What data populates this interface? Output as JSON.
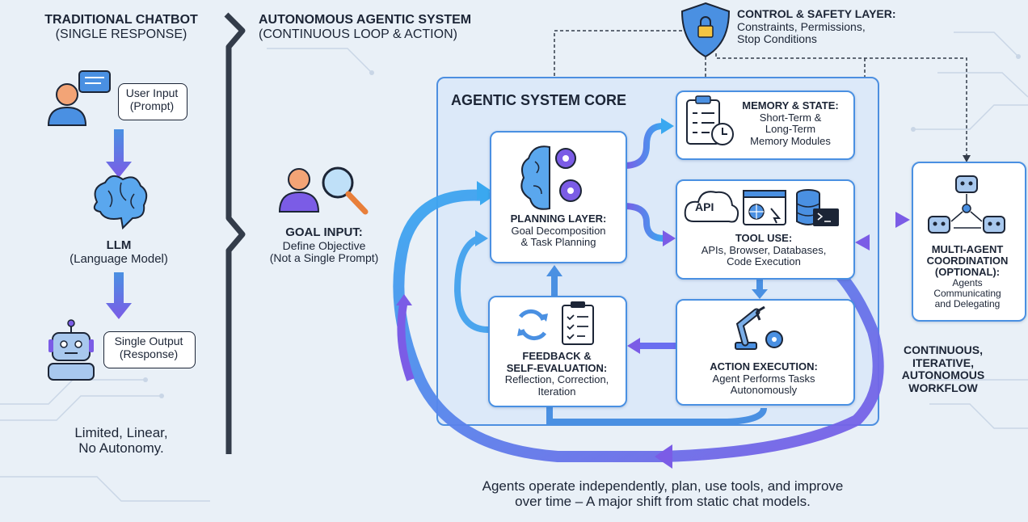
{
  "left": {
    "title_line1": "TRADITIONAL CHATBOT",
    "title_line2": "(SINGLE RESPONSE)",
    "user_input_line1": "User Input",
    "user_input_line2": "(Prompt)",
    "llm_title": "LLM",
    "llm_sub": "(Language Model)",
    "output_line1": "Single Output",
    "output_line2": "(Response)",
    "limit_line1": "Limited, Linear,",
    "limit_line2": "No Autonomy."
  },
  "right_header": {
    "title_line1": "AUTONOMOUS AGENTIC SYSTEM",
    "title_line2": "(CONTINUOUS LOOP & ACTION)"
  },
  "control": {
    "title": "CONTROL & SAFETY LAYER:",
    "line1": "Constraints, Permissions,",
    "line2": "Stop Conditions"
  },
  "core_title": "AGENTIC SYSTEM CORE",
  "goal": {
    "title": "GOAL INPUT:",
    "line1": "Define Objective",
    "line2": "(Not a Single Prompt)"
  },
  "planning": {
    "title": "PLANNING LAYER:",
    "line1": "Goal Decomposition",
    "line2": "& Task Planning"
  },
  "memory": {
    "title": "MEMORY & STATE:",
    "line1": "Short-Term &",
    "line2": "Long-Term",
    "line3": "Memory Modules"
  },
  "tools": {
    "api_label": "API",
    "title": "TOOL USE:",
    "line1": "APIs, Browser, Databases,",
    "line2": "Code Execution"
  },
  "feedback": {
    "title_line1": "FEEDBACK &",
    "title_line2": "SELF-EVALUATION:",
    "line1": "Reflection, Correction,",
    "line2": "Iteration"
  },
  "action": {
    "title": "ACTION EXECUTION:",
    "line1": "Agent Performs Tasks",
    "line2": "Autonomously"
  },
  "multi": {
    "title_line1": "MULTI-AGENT",
    "title_line2": "COORDINATION",
    "title_line3": "(OPTIONAL):",
    "line1": "Agents",
    "line2": "Communicating",
    "line3": "and Delegating"
  },
  "workflow": {
    "line1": "CONTINUOUS,",
    "line2": "ITERATIVE,",
    "line3": "AUTONOMOUS",
    "line4": "WORKFLOW"
  },
  "footer": {
    "line1": "Agents operate independently, plan, use tools, and improve",
    "line2": "over time – A major shift from static chat models."
  },
  "colors": {
    "accent_blue": "#4a90e2",
    "purple": "#7b5ce6",
    "navy": "#1c2536",
    "core_bg": "#dce9f9"
  }
}
